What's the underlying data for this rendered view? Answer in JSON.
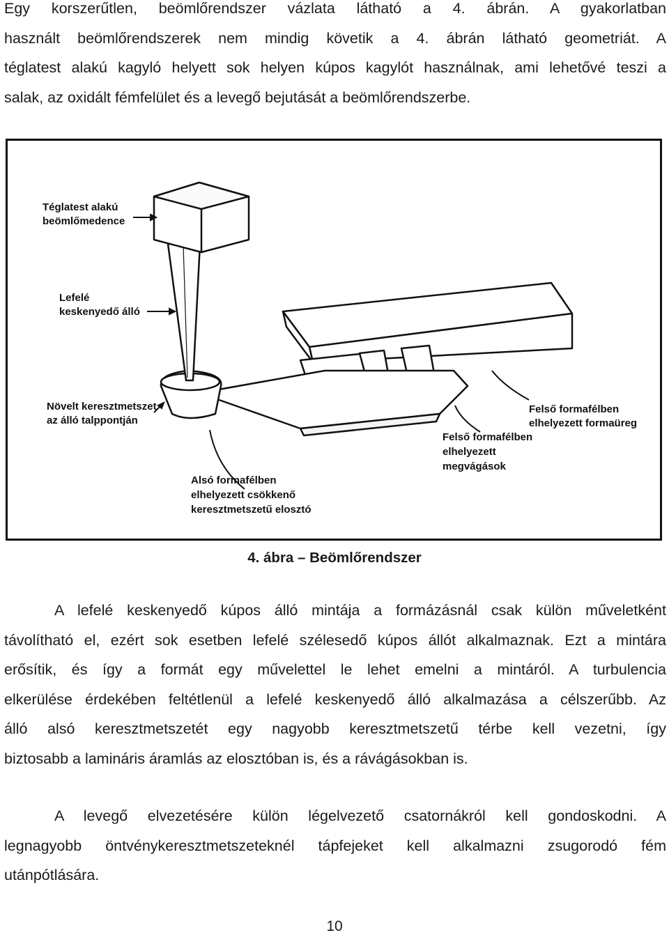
{
  "paragraph1": {
    "lines": [
      "Egy korszerűtlen, beömlőrendszer vázlata látható a 4. ábrán. A gyakorlatban",
      "használt beömlőrendszerek nem mindig követik a 4. ábrán látható geometriát. A",
      "téglatest alakú kagyló helyett sok helyen kúpos kagylót használnak, ami lehetővé teszi a",
      "salak, az oxidált fémfelület és a levegő bejutását a beömlőrendszerbe."
    ]
  },
  "figure": {
    "labels": {
      "basin": [
        "Téglatest alakú",
        "beömlőmedence"
      ],
      "sprue": [
        "Lefelé",
        "keskenyedő álló"
      ],
      "sprue_base": [
        "Növelt keresztmetszet",
        "az álló talppontján"
      ],
      "upper_cavity": [
        "Felső formafélben",
        "elhelyezett formaüreg"
      ],
      "upper_gates": [
        "Felső formafélben",
        "elhelyezett",
        "megvágások"
      ],
      "lower_runner": [
        "Alsó formafélben",
        "elhelyezett csökkenő",
        "keresztmetszetű elosztó"
      ]
    },
    "caption": "4. ábra – Beömlőrendszer"
  },
  "paragraph2": {
    "lines": [
      "A lefelé keskenyedő kúpos álló mintája a formázásnál csak külön műveletként",
      "távolítható el, ezért sok esetben lefelé szélesedő kúpos állót alkalmaznak. Ezt a mintára",
      "erősítik, és így a formát egy művelettel le lehet emelni a mintáról. A turbulencia",
      "elkerülése érdekében feltétlenül a lefelé keskenyedő álló alkalmazása a célszerűbb. Az",
      "álló alsó keresztmetszetét egy nagyobb keresztmetszetű térbe kell vezetni, így",
      "biztosabb a lamináris áramlás az elosztóban is, és a rávágásokban is."
    ]
  },
  "paragraph3": {
    "lines": [
      "A levegő elvezetésére külön légelvezető csatornákról kell gondoskodni. A",
      "legnagyobb öntvénykeresztmetszeteknél tápfejeket kell alkalmazni zsugorodó fém",
      "utánpótlására."
    ]
  },
  "page_number": "10"
}
